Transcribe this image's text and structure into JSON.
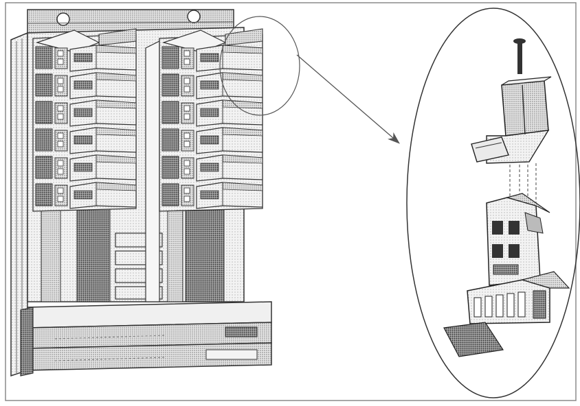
{
  "figure": {
    "background": "#ffffff",
    "ink": "#222222",
    "shade": "#9a9a9a",
    "light_shade": "#cfcfcf",
    "frame": "#8a8a8a"
  },
  "callout": {
    "shape": "ellipse",
    "pointer": "arrow"
  },
  "rack": {
    "module_columns": 2,
    "module_rows": 6,
    "front_units": 2
  }
}
